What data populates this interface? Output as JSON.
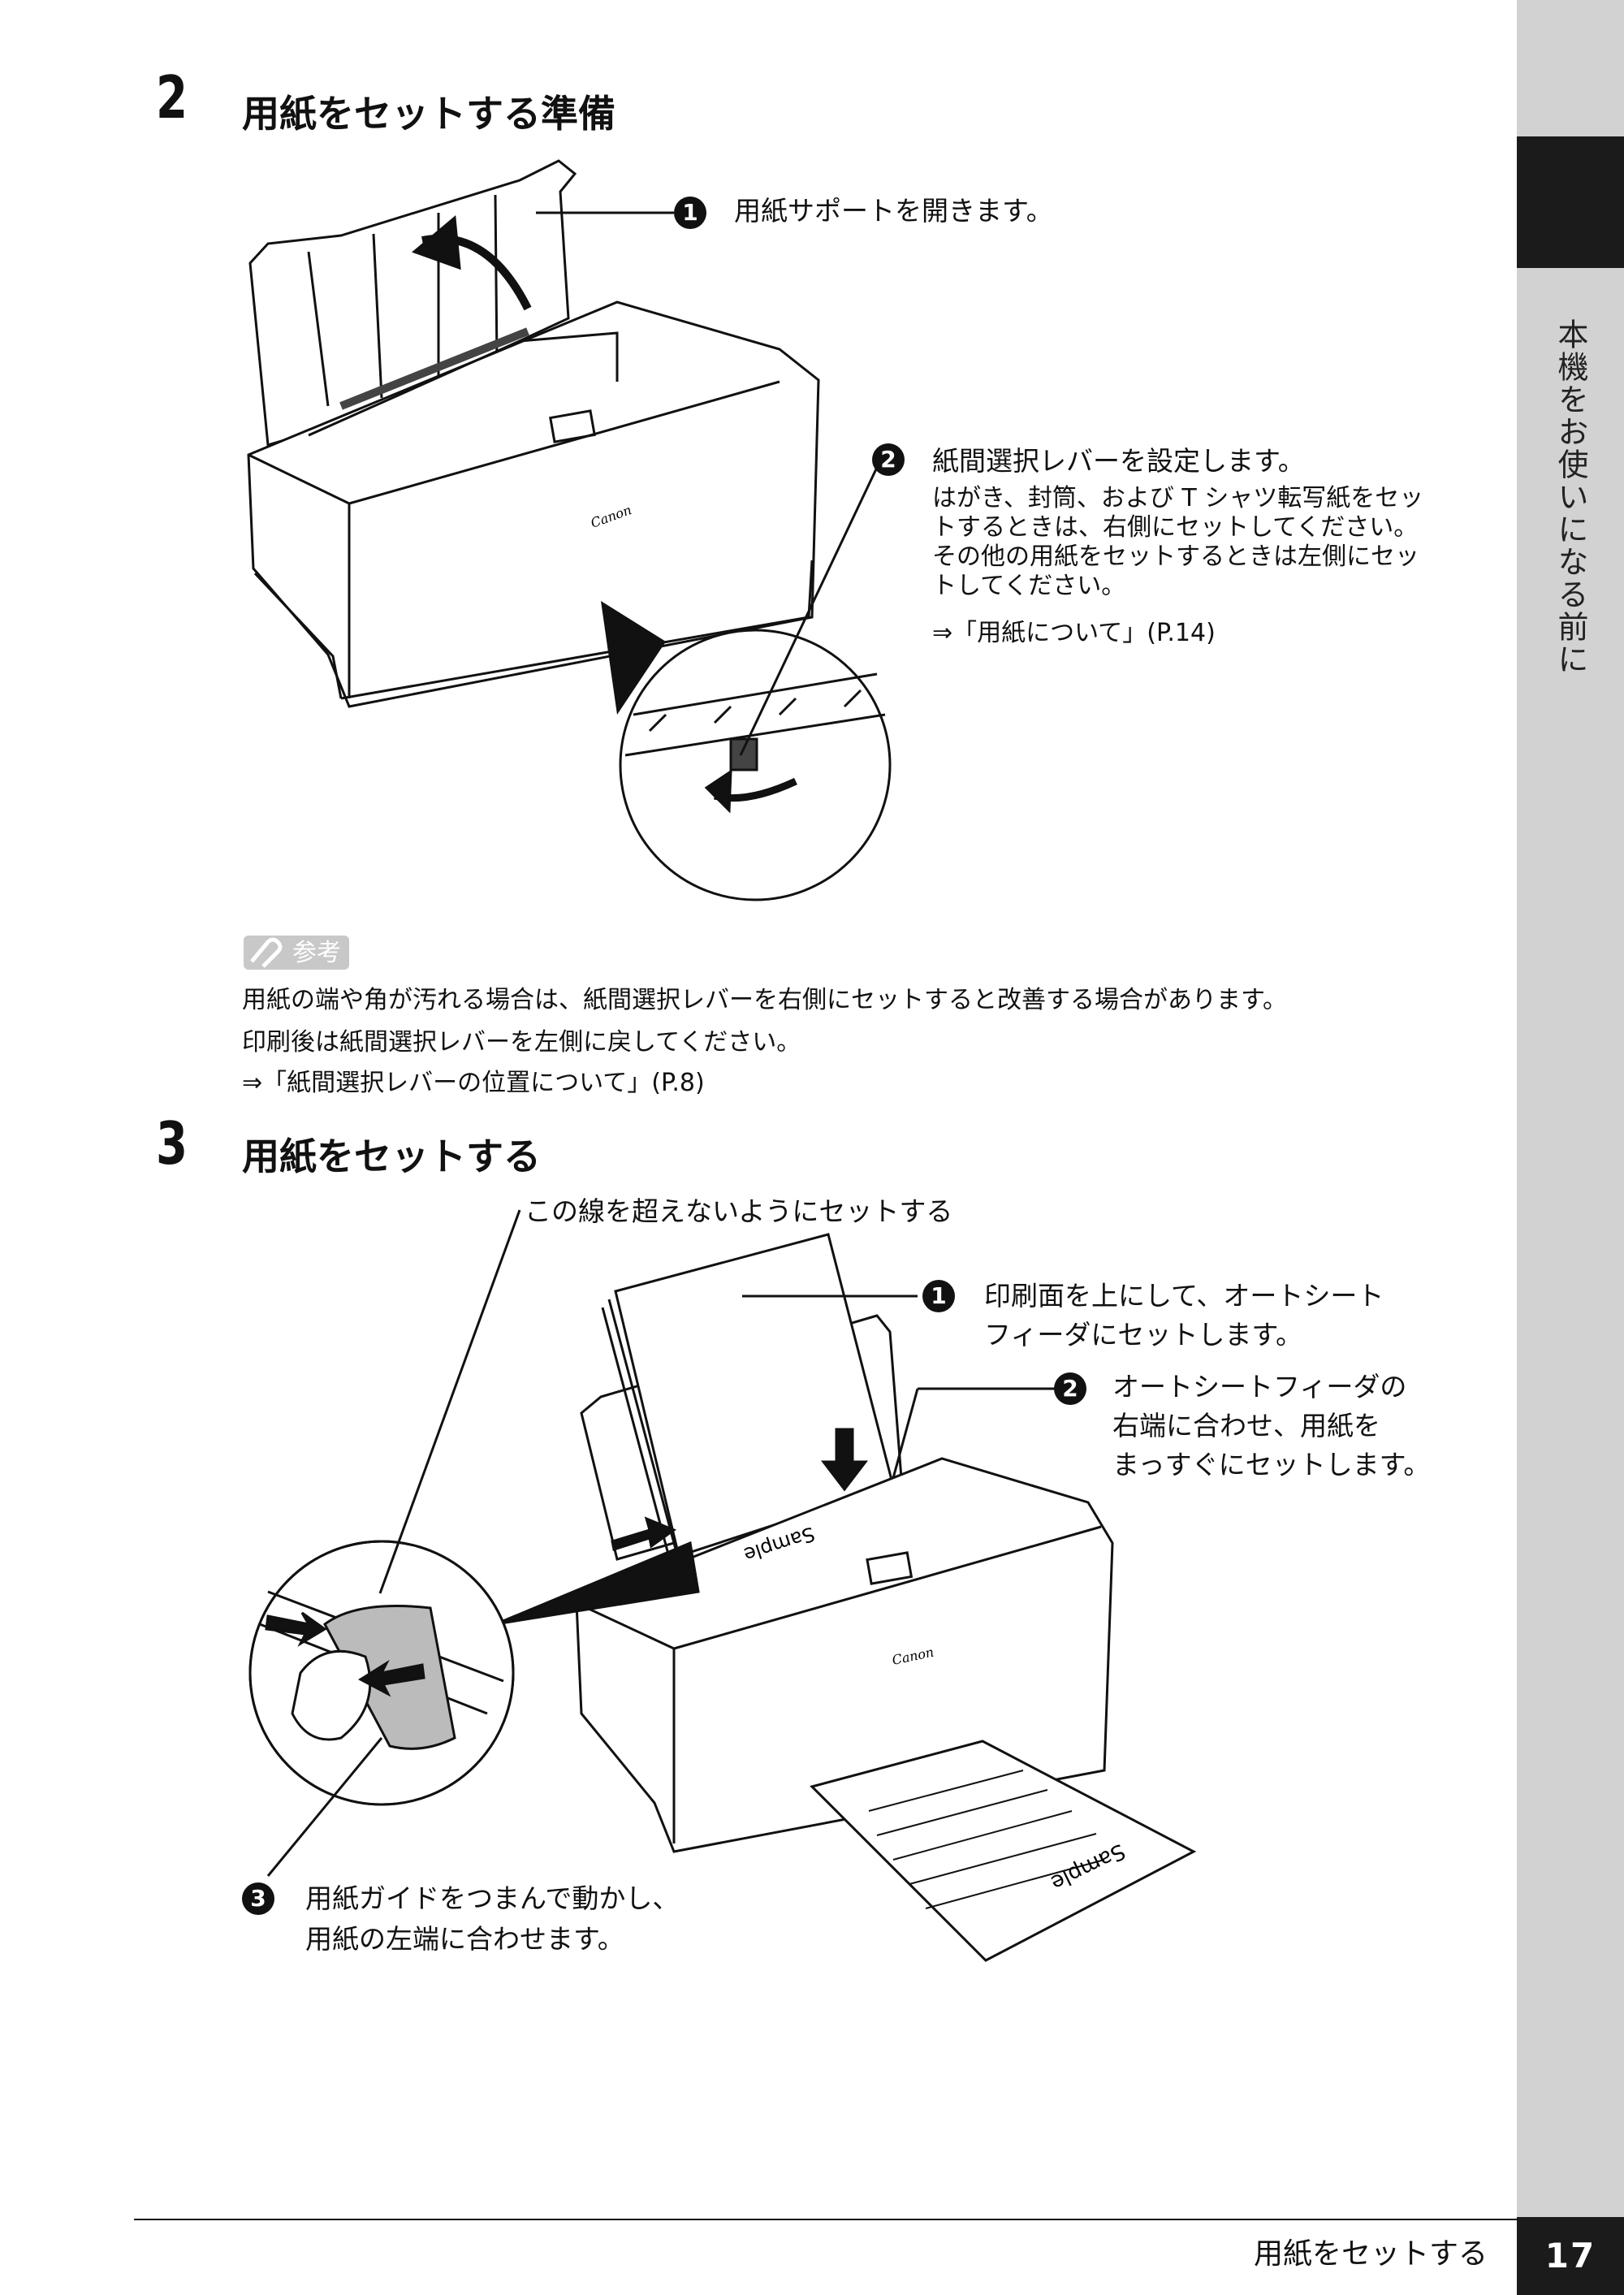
{
  "sidebar": {
    "vertical_title": "本機をお使いになる前に"
  },
  "section2": {
    "number": "2",
    "title": "用紙をセットする準備",
    "callouts": [
      {
        "num": "1",
        "text": "用紙サポートを開きます。"
      },
      {
        "num": "2",
        "text": "紙間選択レバーを設定します。",
        "detail": [
          "はがき、封筒、および T シャツ転写紙をセッ",
          "トするときは、右側にセットしてください。",
          "その他の用紙をセットするときは左側にセッ",
          "トしてください。"
        ],
        "link": "⇒「用紙について」(P.14)"
      }
    ]
  },
  "reference": {
    "label": "参考",
    "lines": [
      "用紙の端や角が汚れる場合は、紙間選択レバーを右側にセットすると改善する場合があります。",
      "印刷後は紙間選択レバーを左側に戻してください。",
      "⇒「紙間選択レバーの位置について」(P.8)"
    ]
  },
  "section3": {
    "number": "3",
    "title": "用紙をセットする",
    "line_note": "この線を超えないようにセットする",
    "callouts": [
      {
        "num": "1",
        "lines": [
          "印刷面を上にして、オートシート",
          "フィーダにセットします。"
        ]
      },
      {
        "num": "2",
        "lines": [
          "オートシートフィーダの",
          "右端に合わせ、用紙を",
          "まっすぐにセットします。"
        ]
      },
      {
        "num": "3",
        "lines": [
          "用紙ガイドをつまんで動かし、",
          "用紙の左端に合わせます。"
        ]
      }
    ],
    "sample_label": "Sample"
  },
  "printer_logo": "Canon",
  "footer": {
    "title": "用紙をセットする",
    "page": "17"
  }
}
